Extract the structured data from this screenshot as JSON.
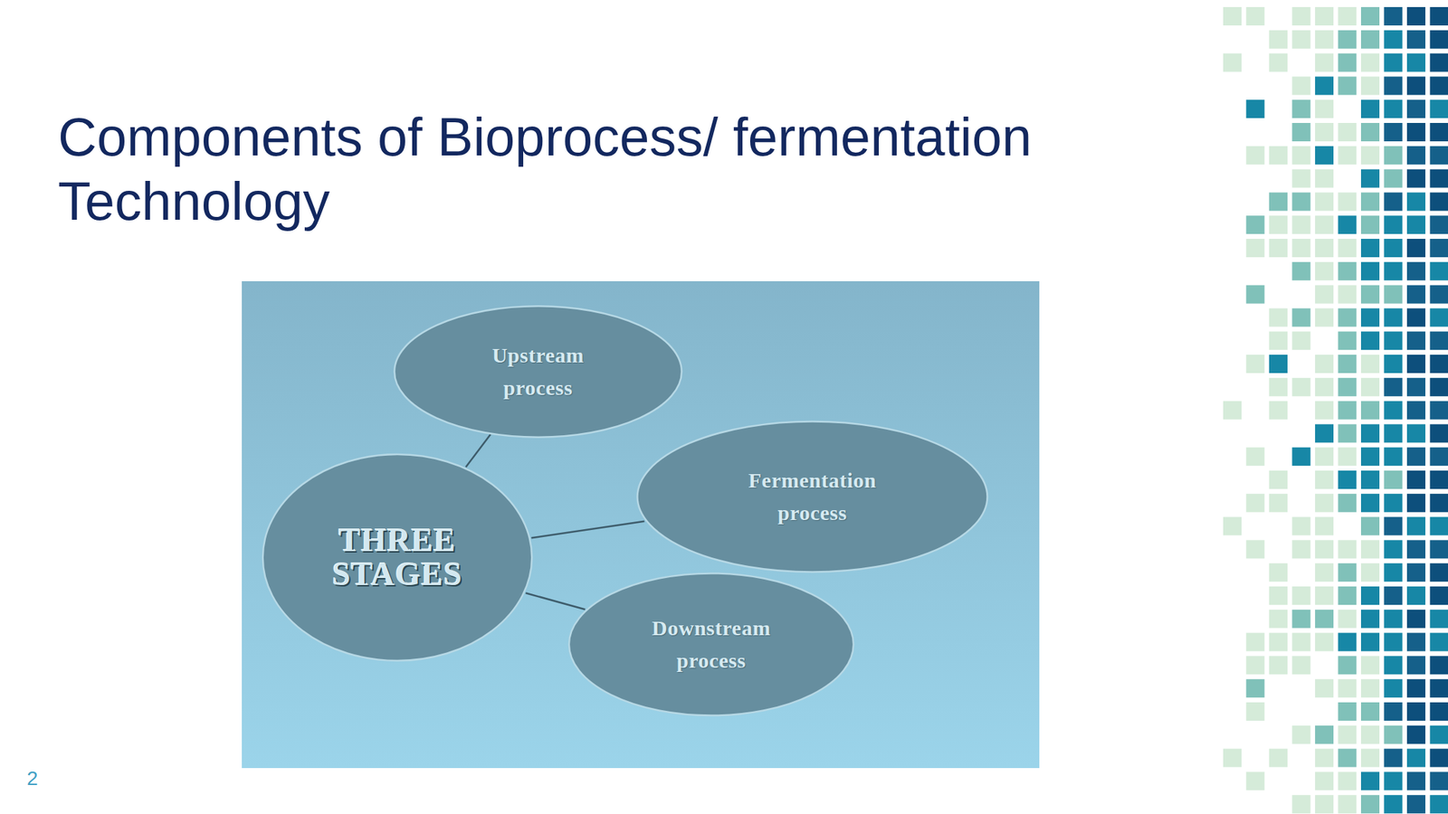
{
  "diagram": {
    "title": "Components of Bioprocess/ fermentation Technology",
    "nodes": [
      {
        "text": [
          "THREE STAGES"
        ]
      },
      {
        "text": [
          "Upstream process"
        ]
      },
      {
        "text": [
          "Fermentation process"
        ]
      },
      {
        "text": [
          "Downstream process"
        ]
      }
    ],
    "edges": [
      {
        "from": 0,
        "to": 1,
        "arrow": "none"
      },
      {
        "from": 0,
        "to": 2,
        "arrow": "none"
      },
      {
        "from": 0,
        "to": 3,
        "arrow": "none"
      }
    ],
    "labels": [
      "2"
    ]
  }
}
